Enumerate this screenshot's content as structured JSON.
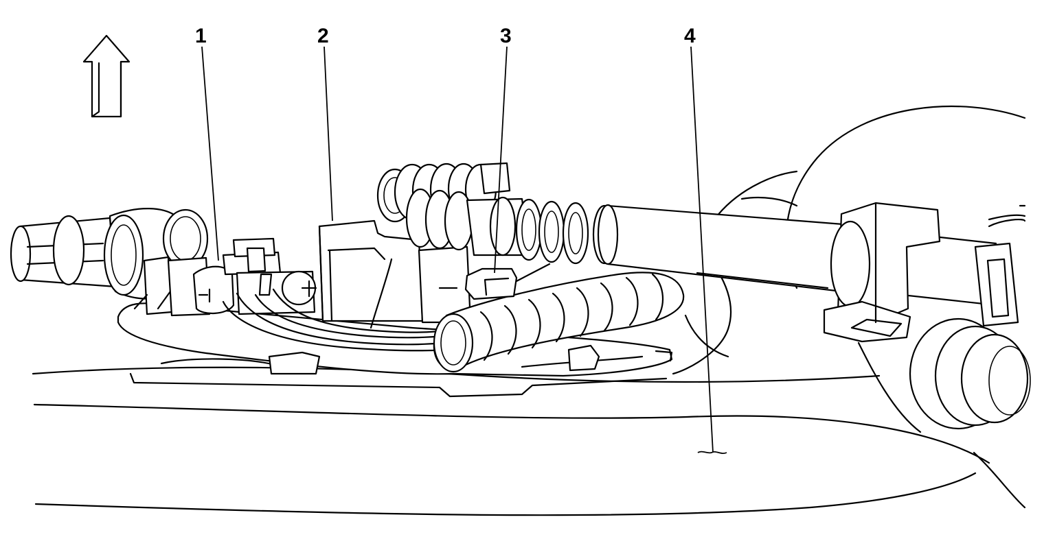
{
  "callouts": [
    {
      "id": "callout-1",
      "label": "1"
    },
    {
      "id": "callout-2",
      "label": "2"
    },
    {
      "id": "callout-3",
      "label": "3"
    },
    {
      "id": "callout-4",
      "label": "4"
    }
  ],
  "icons": {
    "direction_arrow": "up-arrow-icon"
  },
  "colors": {
    "line": "#000000",
    "background": "#ffffff"
  }
}
